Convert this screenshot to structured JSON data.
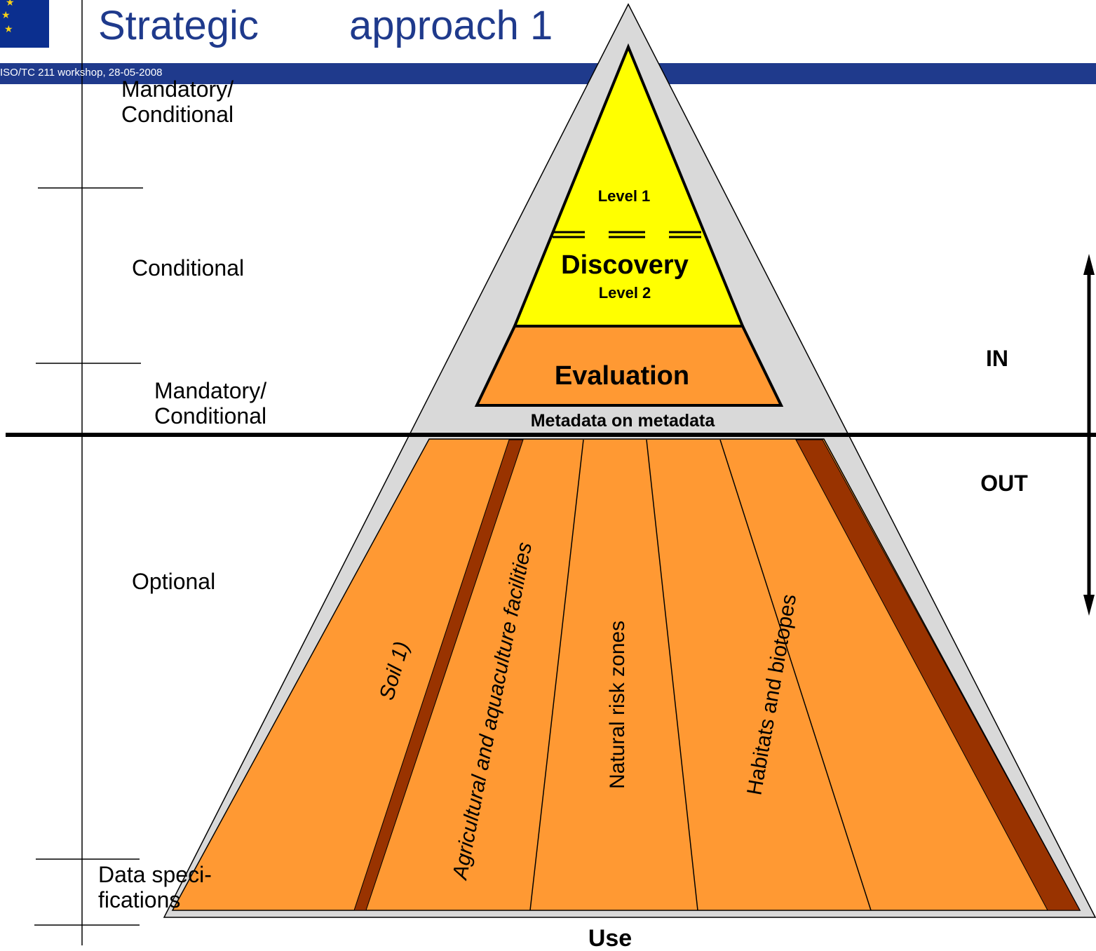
{
  "header": {
    "title_part1": "Strategic",
    "title_part2": "approach 1",
    "subtitle": "ISO/TC 211 workshop, 28-05-2008",
    "logo_icon": "eu-flag-icon"
  },
  "left_scale": {
    "labels": [
      "Mandatory/\nConditional",
      "Conditional",
      "Mandatory/\nConditional",
      "Optional",
      "Data speci-\nfications"
    ]
  },
  "pyramid": {
    "level1": "Level 1",
    "discovery": "Discovery",
    "level2": "Level 2",
    "evaluation": "Evaluation",
    "meta_on_meta": "Metadata on metadata",
    "columns": [
      "Soil   1)",
      "Agricultural and aquaculture facilities",
      "Natural risk zones",
      "Habitats and biotopes"
    ],
    "base_label": "Use",
    "colors": {
      "outer": "#d9d9d9",
      "yellow": "#ffff00",
      "orange": "#ff9933",
      "brown": "#993300"
    }
  },
  "right_scale": {
    "in_label": "IN",
    "out_label": "OUT"
  }
}
